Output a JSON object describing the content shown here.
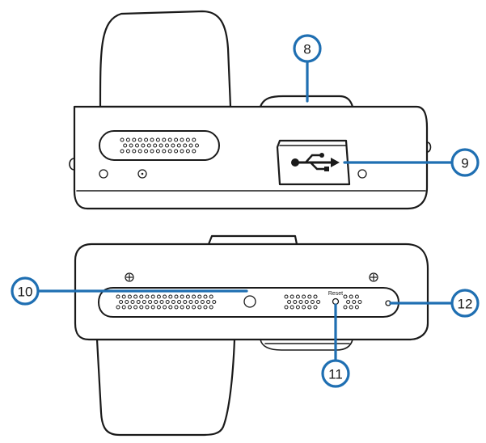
{
  "callouts": [
    {
      "id": "8",
      "label": "8"
    },
    {
      "id": "9",
      "label": "9"
    },
    {
      "id": "10",
      "label": "10"
    },
    {
      "id": "11",
      "label": "11"
    },
    {
      "id": "12",
      "label": "12"
    }
  ],
  "reset_label": "Reset",
  "colors": {
    "callout": "#1f6fb2",
    "outline": "#1a1a1a"
  }
}
